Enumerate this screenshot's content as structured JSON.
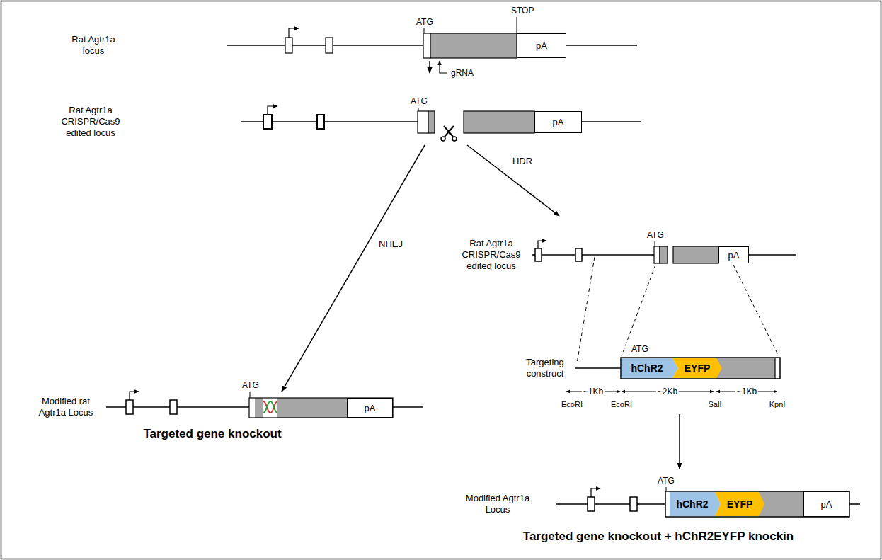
{
  "diagram": {
    "nodes": [
      {
        "text": [
          "Rat Agtr1a locus"
        ]
      },
      {
        "text": [
          "pA"
        ],
        "in": 0
      },
      {
        "text": [
          "Rat Agtr1a CRISPR/Cas9 edited locus"
        ]
      },
      {
        "text": [
          "pA"
        ],
        "in": 2
      },
      {
        "text": [
          "Rat Agtr1a CRISPR/Cas9 edited locus"
        ]
      },
      {
        "text": [
          "pA"
        ],
        "in": 4
      },
      {
        "text": [
          "Targeting construct"
        ]
      },
      {
        "text": [
          "hChR2"
        ],
        "in": 6
      },
      {
        "text": [
          "EYFP"
        ],
        "in": 6
      },
      {
        "text": [
          "Modified rat Agtr1a Locus"
        ]
      },
      {
        "text": [
          "pA"
        ],
        "in": 9
      },
      {
        "text": [
          "Modified Agtr1a Locus"
        ]
      },
      {
        "text": [
          "hChR2"
        ],
        "in": 11
      },
      {
        "text": [
          "EYFP"
        ],
        "in": 11
      },
      {
        "text": [
          "pA"
        ],
        "in": 11
      }
    ],
    "edges": [
      {
        "from": 0,
        "to": 2,
        "arrow": "to"
      },
      {
        "from": 2,
        "to": 9,
        "label": "NHEJ",
        "arrow": "to"
      },
      {
        "from": 2,
        "to": 4,
        "label": "HDR",
        "arrow": "to"
      },
      {
        "from": 6,
        "to": 11,
        "arrow": "to"
      }
    ],
    "labels": [
      "ATG",
      "STOP",
      "gRNA",
      "ATG",
      "ATG",
      "ATG",
      "~1Kb",
      "~2Kb",
      "~1Kb",
      "EcoRI",
      "EcoRI",
      "SalI",
      "KpnI",
      "ATG",
      "Targeted gene knockout",
      "ATG",
      "Targeted gene knockout + hChR2EYFP knockin"
    ]
  }
}
